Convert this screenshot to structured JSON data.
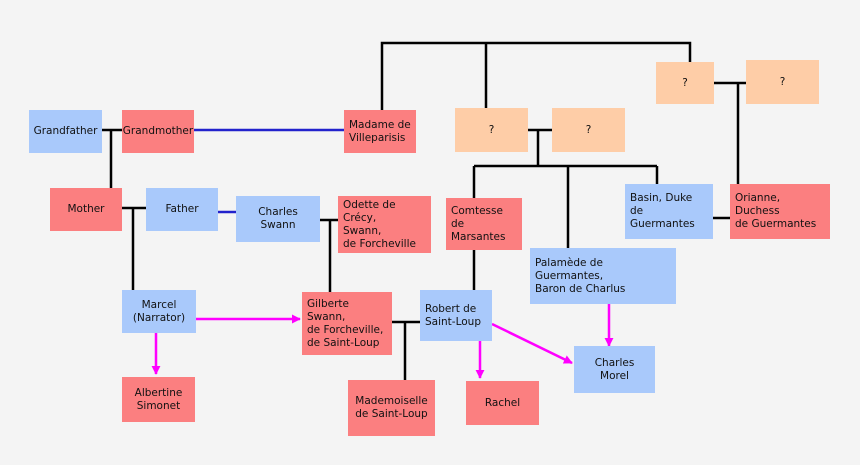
{
  "colors": {
    "male": "#a9c9fb",
    "female": "#fb7f80",
    "unknown": "#fecda7",
    "family_line": "#000000",
    "marriage_line": "#2222cc",
    "relationship_arrow": "#ff00ff"
  },
  "people": {
    "grandfather": "Grandfather",
    "grandmother": "Grandmother",
    "madame_de_villeparisis": "Madame de\nVilleparisis",
    "unknown_1": "?",
    "unknown_2": "?",
    "unknown_3": "?",
    "unknown_4": "?",
    "mother": "Mother",
    "father": "Father",
    "charles_swann": "Charles Swann",
    "odette": "Odette de Crécy,\nSwann,\nde Forcheville",
    "comtesse_de_marsantes": "Comtesse de\nMarsantes",
    "basin": "Basin, Duke\nde Guermantes",
    "orianne": "Orianne, Duchess\nde Guermantes",
    "palamede": "Palamède de Guermantes,\nBaron de Charlus",
    "marcel": "Marcel\n(Narrator)",
    "gilberte": "Gilberte Swann,\nde Forcheville,\nde Saint-Loup",
    "robert": "Robert de\nSaint-Loup",
    "charles_morel": "Charles Morel",
    "albertine": "Albertine\nSimonet",
    "rachel": "Rachel",
    "mademoiselle_de_saint_loup": "Mademoiselle\nde Saint-Loup"
  }
}
